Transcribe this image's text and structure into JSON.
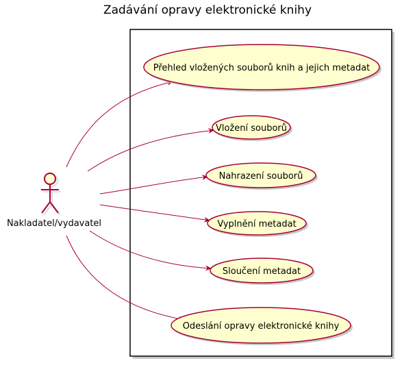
{
  "diagram": {
    "title": "Zadávání opravy elektronické knihy",
    "actor": {
      "name": "Nakladatel/vydavatel",
      "icon": "stick-figure-actor-icon"
    },
    "use_cases": [
      {
        "id": "uc1",
        "label": "Přehled vložených souborů knih a jejich metadat"
      },
      {
        "id": "uc2",
        "label": "Vložení souborů"
      },
      {
        "id": "uc3",
        "label": "Nahrazení souborů"
      },
      {
        "id": "uc4",
        "label": "Vyplnění metadat"
      },
      {
        "id": "uc5",
        "label": "Sloučení metadat"
      },
      {
        "id": "uc6",
        "label": "Odeslání opravy elektronické knihy"
      }
    ],
    "colors": {
      "use_case_fill": "#FEFECE",
      "line": "#A80036",
      "boundary": "#000000",
      "shadow": "#c8c8c8"
    }
  }
}
